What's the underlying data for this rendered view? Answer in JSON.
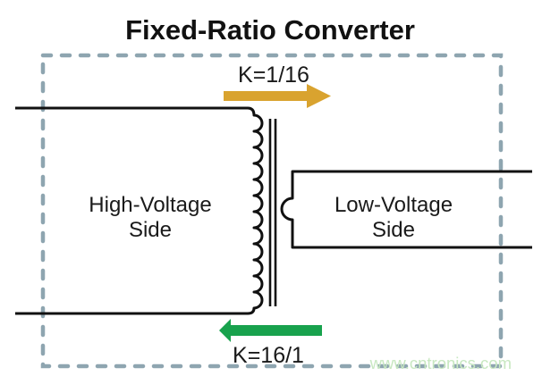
{
  "title": "Fixed-Ratio Converter",
  "labels": {
    "forward_ratio": "K=1/16",
    "reverse_ratio": "K=16/1",
    "high_voltage_line1": "High-Voltage",
    "high_voltage_line2": "Side",
    "low_voltage_line1": "Low-Voltage",
    "low_voltage_line2": "Side",
    "watermark": "www.cntronics.com"
  },
  "colors": {
    "forward_arrow": "#D9A32F",
    "reverse_arrow": "#18A24D",
    "dashed_border": "#8EA5B0",
    "watermark": "#C8E8C1",
    "wire": "#111111"
  }
}
